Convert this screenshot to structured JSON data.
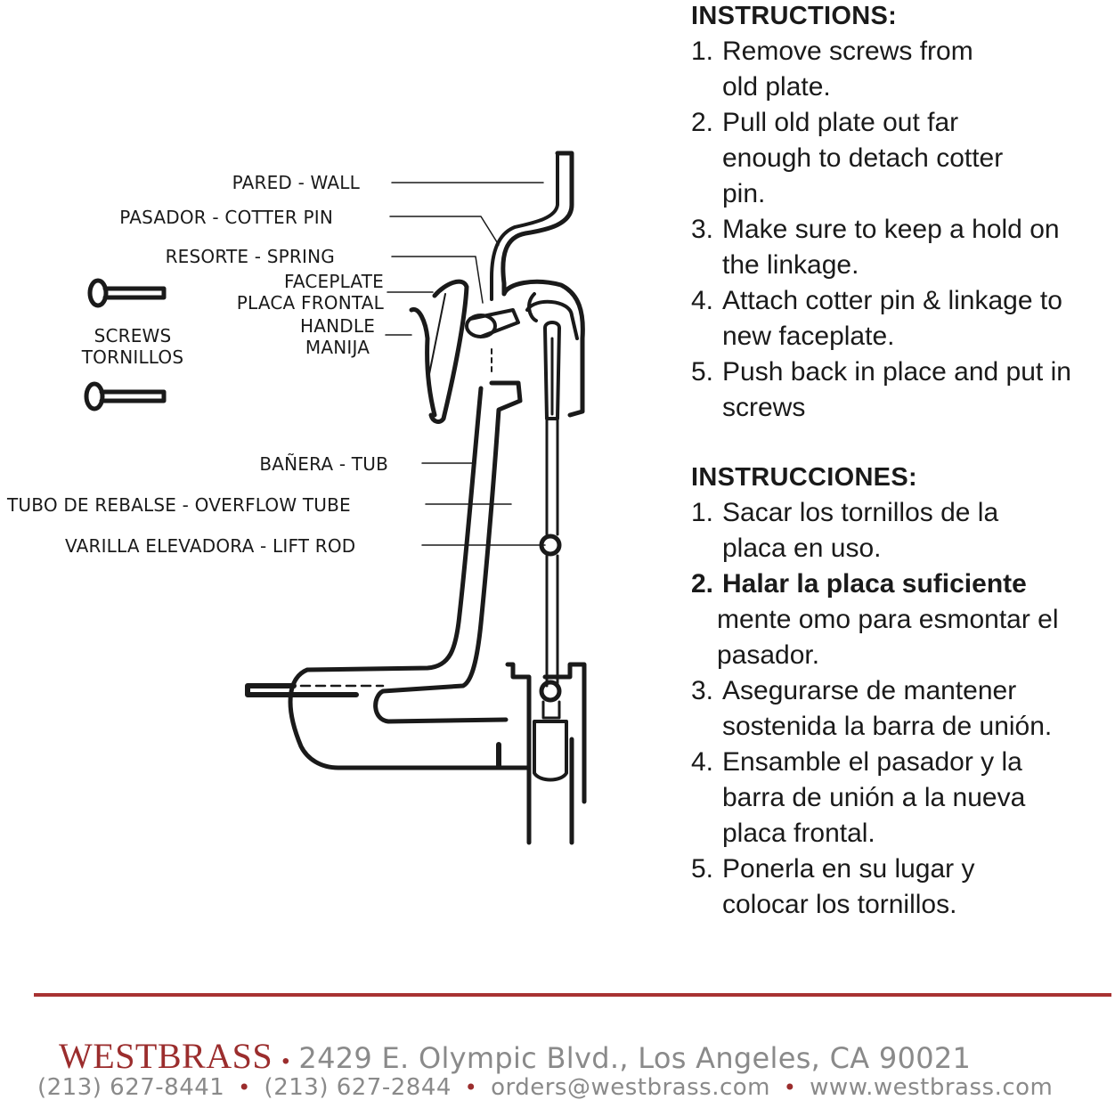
{
  "diagram": {
    "labels": {
      "wall": "PARED - WALL",
      "cotter_pin": "PASADOR - COTTER PIN",
      "spring": "RESORTE - SPRING",
      "faceplate": [
        "FACEPLATE",
        "PLACA FRONTAL"
      ],
      "handle": [
        "HANDLE",
        "MANIJA"
      ],
      "screws": [
        "SCREWS",
        "TORNILLOS"
      ],
      "tub": "BAÑERA - TUB",
      "overflow_tube": "TUBO DE REBALSE - OVERFLOW TUBE",
      "lift_rod": "VARILLA ELEVADORA - LIFT ROD"
    }
  },
  "instructions_en": {
    "heading": "INSTRUCTIONS:",
    "steps": [
      {
        "num": "1.",
        "text": "Remove screws from old plate."
      },
      {
        "num": "2.",
        "text": "Pull old plate out far enough to detach cotter pin."
      },
      {
        "num": "3.",
        "text": "Make sure to keep a hold on the linkage."
      },
      {
        "num": "4.",
        "text": "Attach cotter pin & linkage to new faceplate."
      },
      {
        "num": "5.",
        "text": "Push back in place and put in screws"
      }
    ]
  },
  "instructions_es": {
    "heading": "INSTRUCCIONES:",
    "steps": [
      {
        "num": "1.",
        "text": "Sacar los tornillos de la placa en uso."
      },
      {
        "num": "2.",
        "first": "Halar la placa suficiente",
        "rest": "mente omo para esmontar el pasador."
      },
      {
        "num": "3.",
        "text": "Asegurarse de mantener sostenida la barra de unión."
      },
      {
        "num": "4.",
        "text": "Ensamble el pasador y la barra de unión a la nueva placa frontal."
      },
      {
        "num": "5.",
        "text": "Ponerla en su lugar y colocar los tornillos."
      }
    ]
  },
  "footer": {
    "brand": "WESTBRASS",
    "address": "2429 E. Olympic Blvd., Los Angeles, CA 90021",
    "phone1": "(213) 627-8441",
    "phone2": "(213) 627-2844",
    "email": "orders@westbrass.com",
    "website": "www.westbrass.com",
    "separator": "•",
    "brand_color": "#9b2d2d",
    "rule_color": "#a83232"
  }
}
